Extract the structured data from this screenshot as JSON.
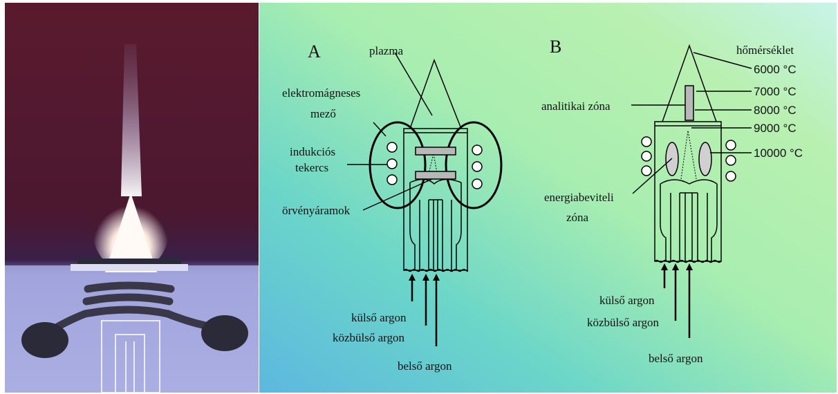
{
  "panel_a": {
    "letter": "A",
    "plasma": "plazma",
    "em_field_1": "elektromágneses",
    "em_field_2": "mező",
    "coil_1": "indukciós",
    "coil_2": "tekercs",
    "eddy": "örvényáramok",
    "outer_argon": "külső argon",
    "middle_argon": "közbülső argon",
    "inner_argon": "belső argon"
  },
  "panel_b": {
    "letter": "B",
    "temperature_header": "hőmérséklet",
    "temperatures": [
      "6000 °C",
      "7000 °C",
      "8000 °C",
      "9000 °C",
      "10000 °C"
    ],
    "analytical_zone": "analitikai zóna",
    "energy_zone_1": "energiabeviteli",
    "energy_zone_2": "zóna",
    "outer_argon": "külső argon",
    "middle_argon": "közbülső argon",
    "inner_argon": "belső argon"
  },
  "colors": {
    "photo_background": "#5a1a2e",
    "flame": "#fff6f0",
    "coil": "#3a3a48",
    "diagram_gradient_green": "#b8f0b0",
    "diagram_gradient_teal": "#6cd6c8",
    "diagram_gradient_blue": "#5cb8e0"
  }
}
